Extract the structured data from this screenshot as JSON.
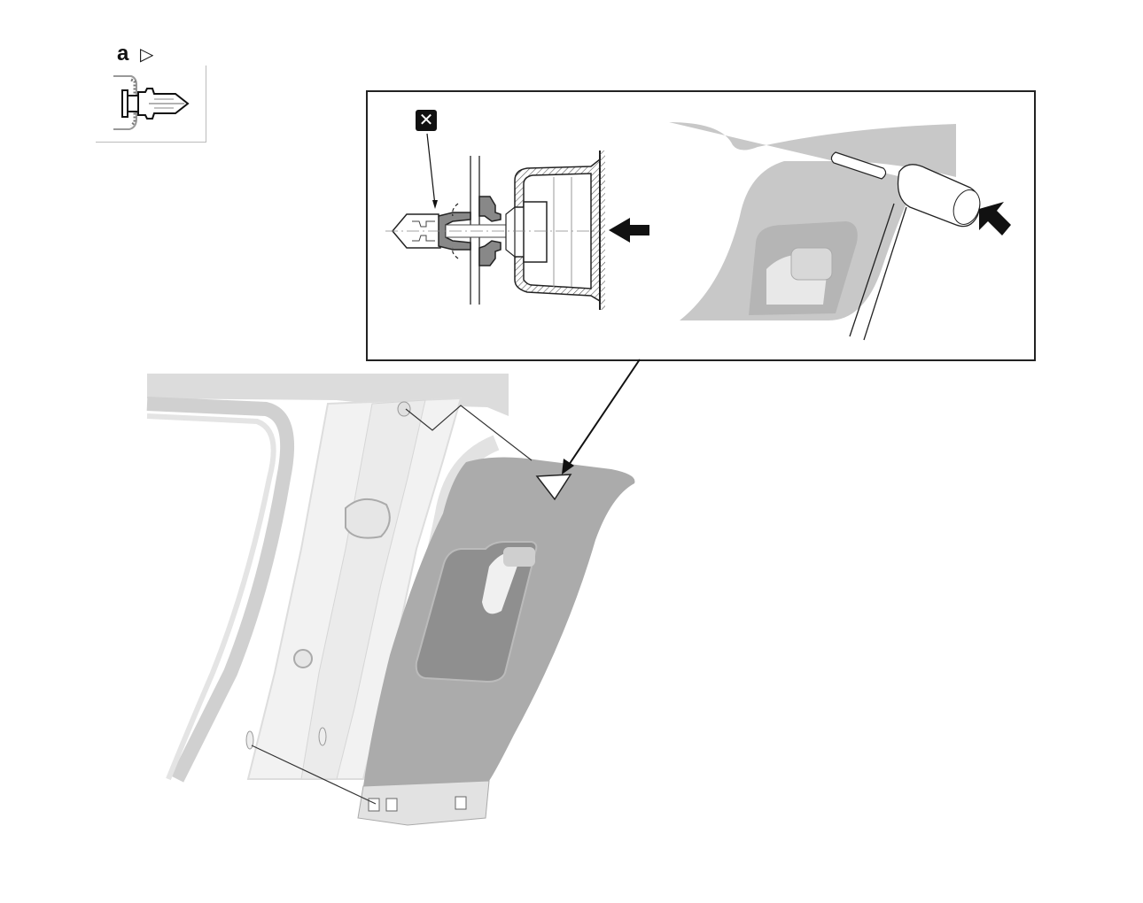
{
  "legend": {
    "label": "a",
    "marker": "▷",
    "icon": "clip-fastener-icon"
  },
  "inset": {
    "left_panel": {
      "callout": "✕",
      "callout_meaning": "replace-part-icon",
      "description": "clip cross-section with push arrow"
    },
    "right_panel": {
      "description": "pillar trim being tapped with mallet"
    }
  },
  "main_view": {
    "description": "center pillar lower trim removal",
    "callout_marker": "▷"
  },
  "colors": {
    "trim": "#a9a9a9",
    "body": "#efefef",
    "line": "#222222"
  }
}
